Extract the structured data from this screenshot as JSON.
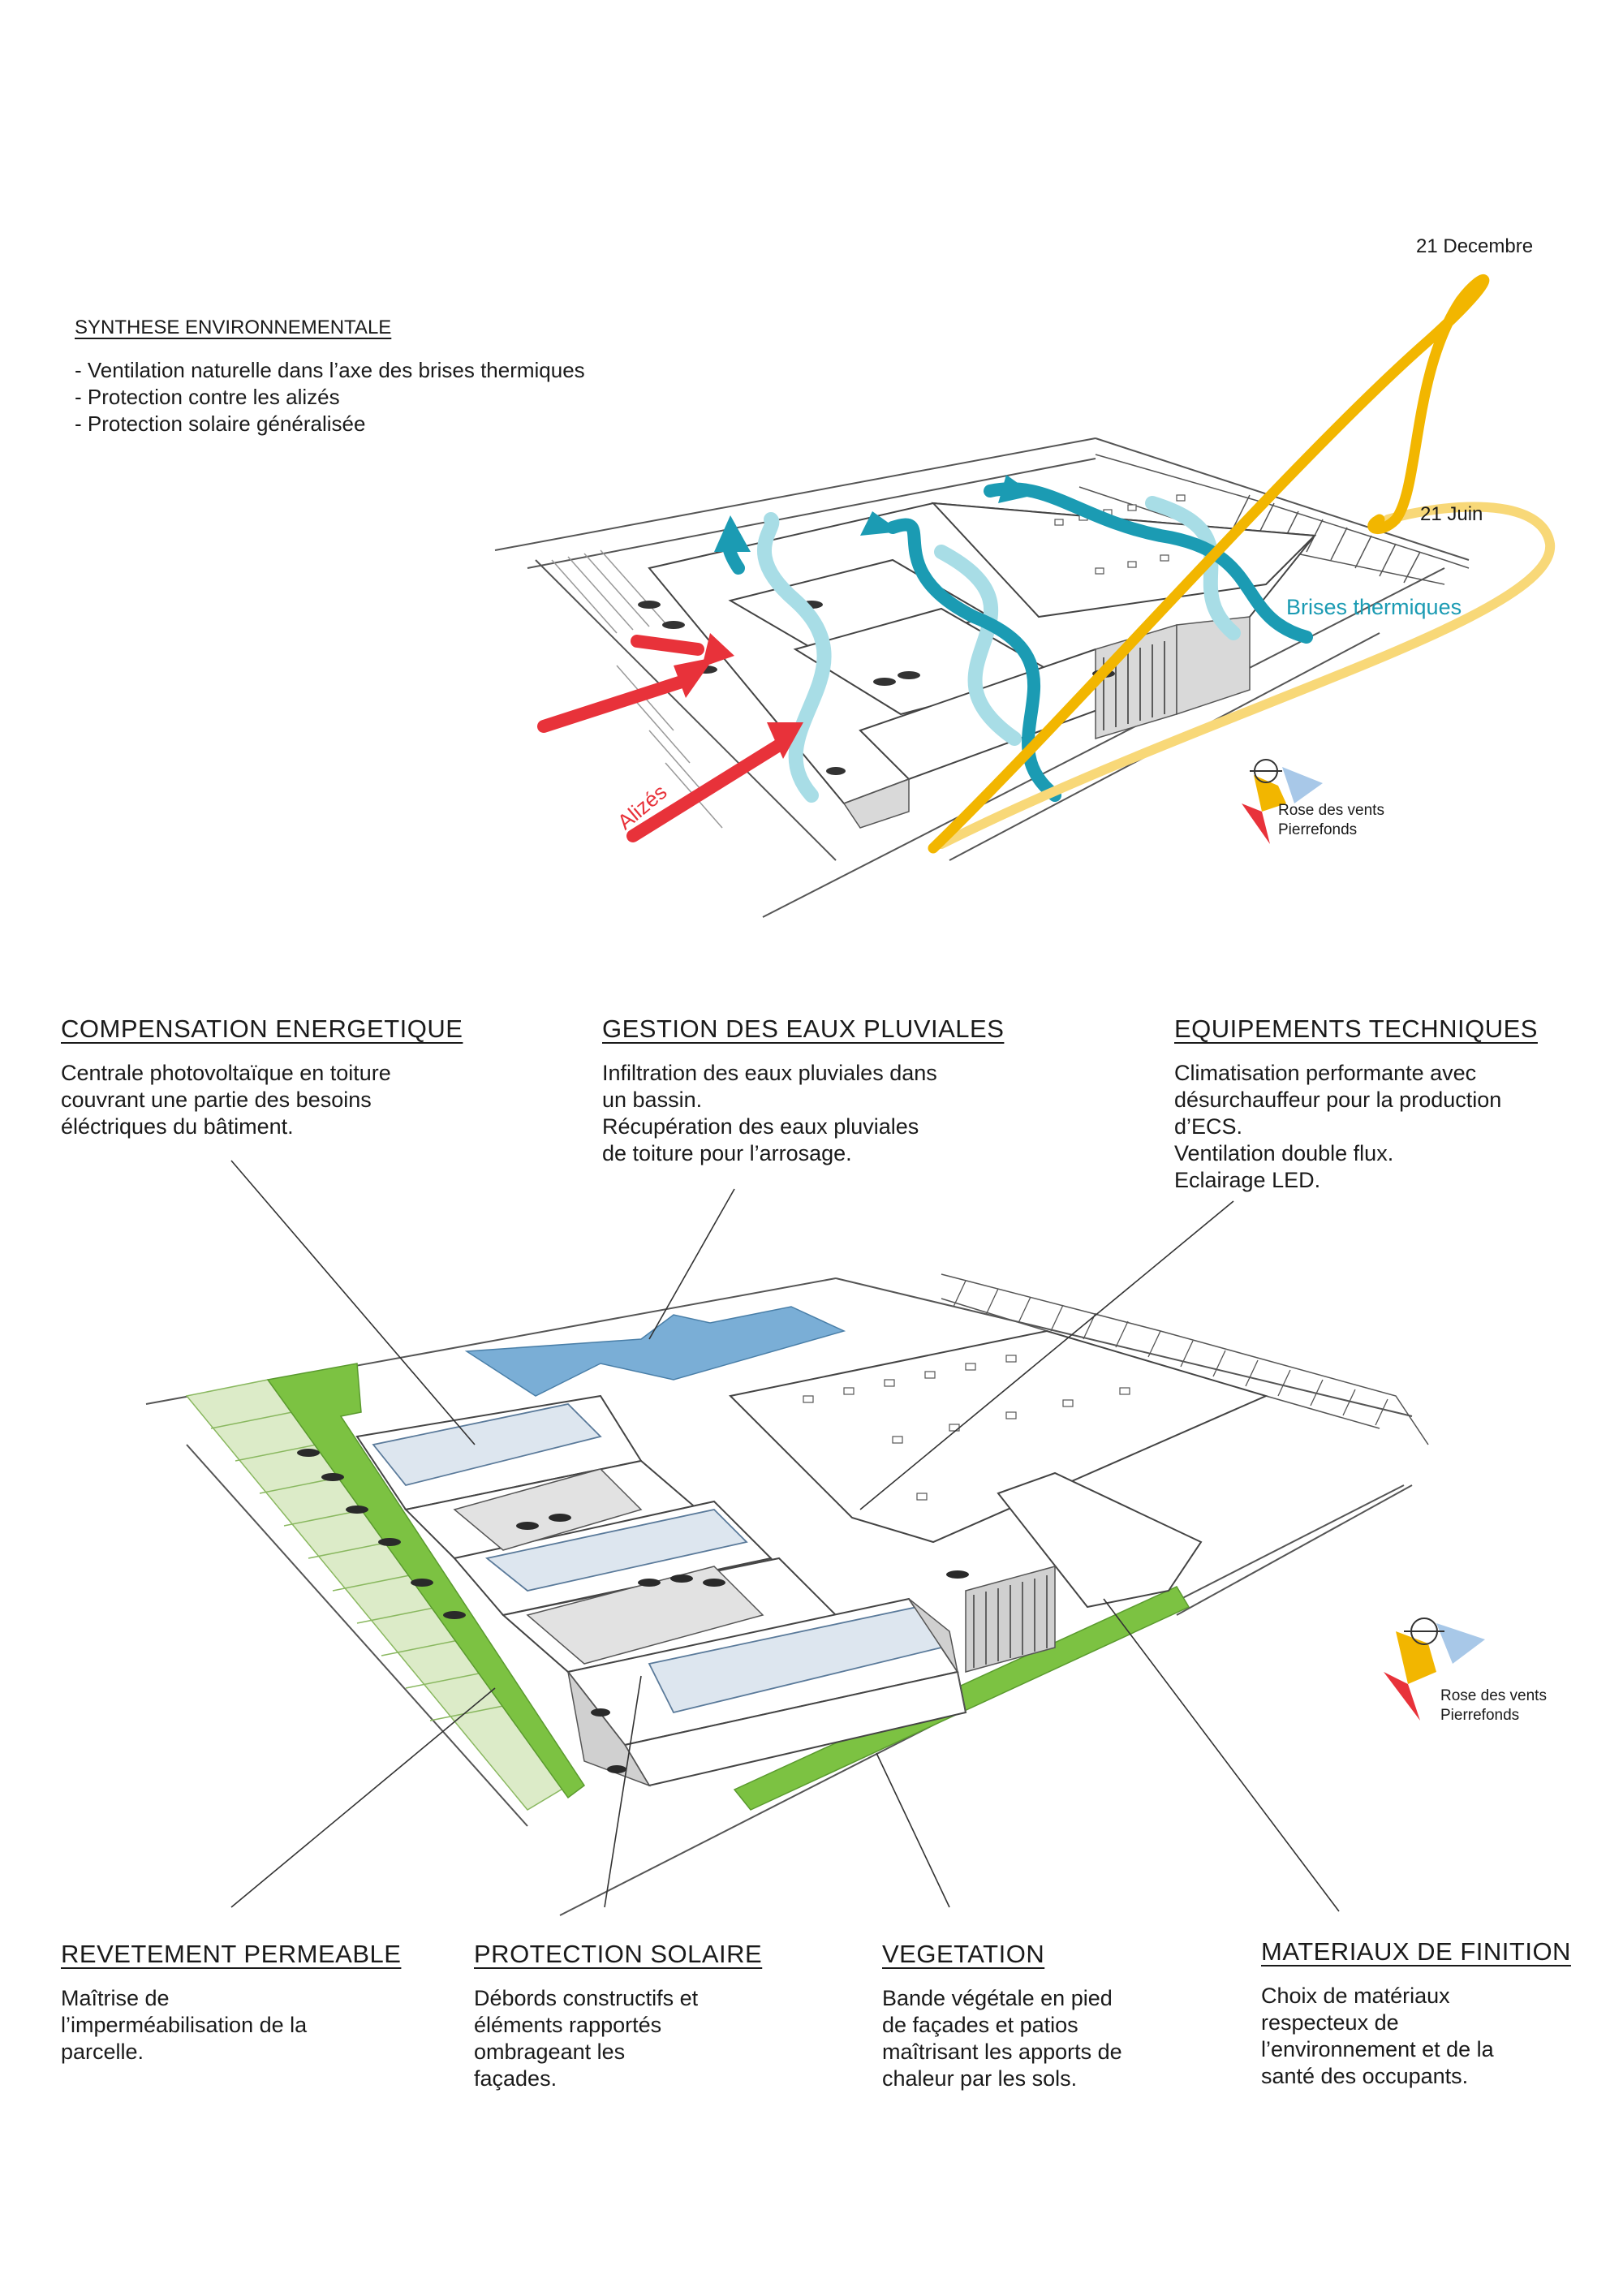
{
  "synthese": {
    "title": "SYNTHESE ENVIRONNEMENTALE",
    "items": [
      "- Ventilation naturelle dans l’axe des brises thermiques",
      "- Protection contre les alizés",
      "- Protection solaire généralisée"
    ]
  },
  "sun": {
    "december_label": "21 Decembre",
    "june_label": "21 Juin"
  },
  "winds": {
    "brises_label": "Brises thermiques",
    "alizes_label": "Alizés"
  },
  "rose": {
    "top": {
      "line1": "Rose des vents",
      "line2": "Pierrefonds"
    },
    "bottom": {
      "line1": "Rose des vents",
      "line2": "Pierrefonds"
    }
  },
  "sections": [
    {
      "title": "COMPENSATION ENERGETIQUE",
      "lines": [
        "Centrale photovoltaïque en toiture",
        "couvrant une partie des besoins",
        "éléctriques du bâtiment."
      ]
    },
    {
      "title": "GESTION DES EAUX PLUVIALES",
      "lines": [
        "Infiltration des eaux pluviales dans",
        "un bassin.",
        "Récupération des eaux pluviales",
        "de toiture pour l’arrosage."
      ]
    },
    {
      "title": "EQUIPEMENTS TECHNIQUES",
      "lines": [
        "Climatisation performante avec",
        "désurchauffeur pour la production",
        "d’ECS.",
        "Ventilation double flux.",
        "Eclairage LED."
      ]
    },
    {
      "title": "REVETEMENT PERMEABLE",
      "lines": [
        "Maîtrise de",
        "l’imperméabilisation de la",
        "parcelle."
      ]
    },
    {
      "title": "PROTECTION SOLAIRE",
      "lines": [
        "Débords constructifs et",
        "éléments rapportés",
        "ombrageant les",
        "façades."
      ]
    },
    {
      "title": "VEGETATION",
      "lines": [
        "Bande végétale en pied",
        "de façades et patios",
        "maîtrisant les apports de",
        "chaleur par les sols."
      ]
    },
    {
      "title": "MATERIAUX DE FINITION",
      "lines": [
        "Choix de matériaux",
        "respecteux de",
        "l’environnement et de la",
        "santé des occupants."
      ]
    }
  ],
  "colors": {
    "sun_path": "#f2b600",
    "sun_path_light": "#f8d878",
    "thermal_breeze": "#1b9bb3",
    "thermal_breeze_light": "#a8dde6",
    "trade_wind": "#e8323a",
    "vegetation": "#7cc242",
    "basin": "#7aaed6",
    "pv_panel": "#dde6ef"
  }
}
